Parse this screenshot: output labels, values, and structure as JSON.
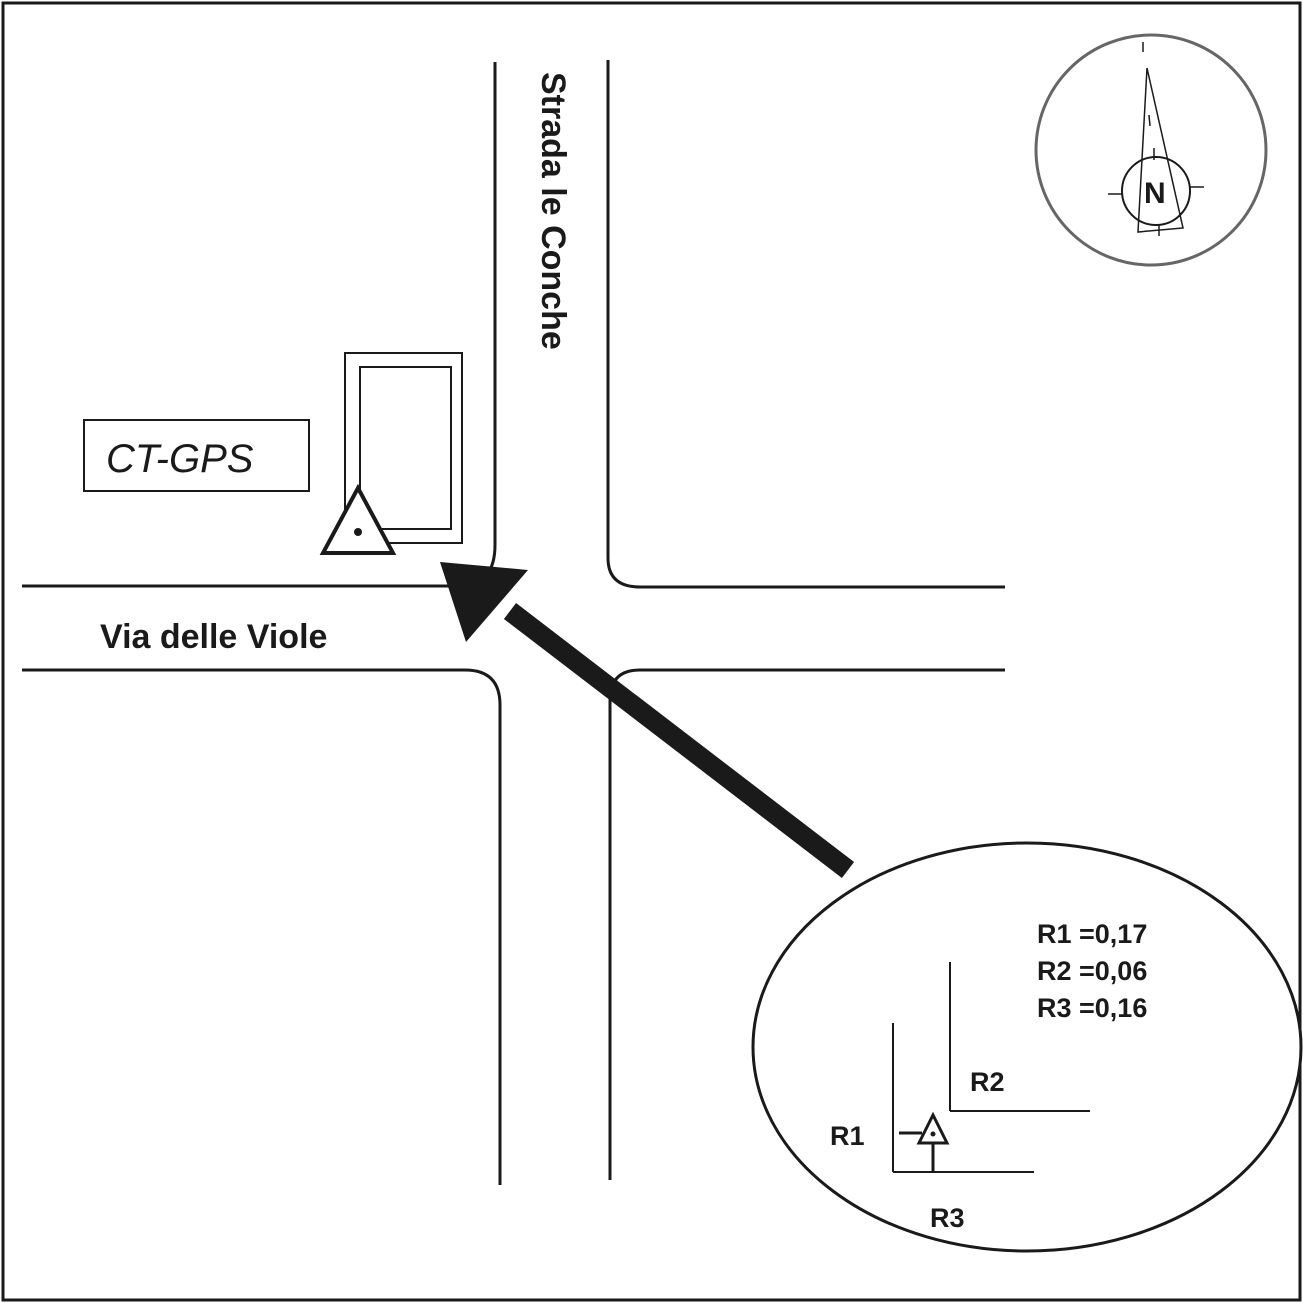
{
  "map": {
    "street_vertical": "Strada le Conche",
    "street_horizontal": "Via delle Viole",
    "station_label": "CT-GPS",
    "north_label": "N"
  },
  "inset": {
    "readings": [
      "R1 =0,17",
      "R2 =0,06",
      "R3 =0,16"
    ],
    "labels": {
      "r1": "R1",
      "r2": "R2",
      "r3": "R3"
    }
  },
  "colors": {
    "line": "#1a1a1a",
    "compass_ring": "#666666",
    "background": "#ffffff"
  },
  "icons": {
    "station": "triangle-marker-icon",
    "compass": "compass-rose-icon",
    "direction": "arrow-icon"
  }
}
